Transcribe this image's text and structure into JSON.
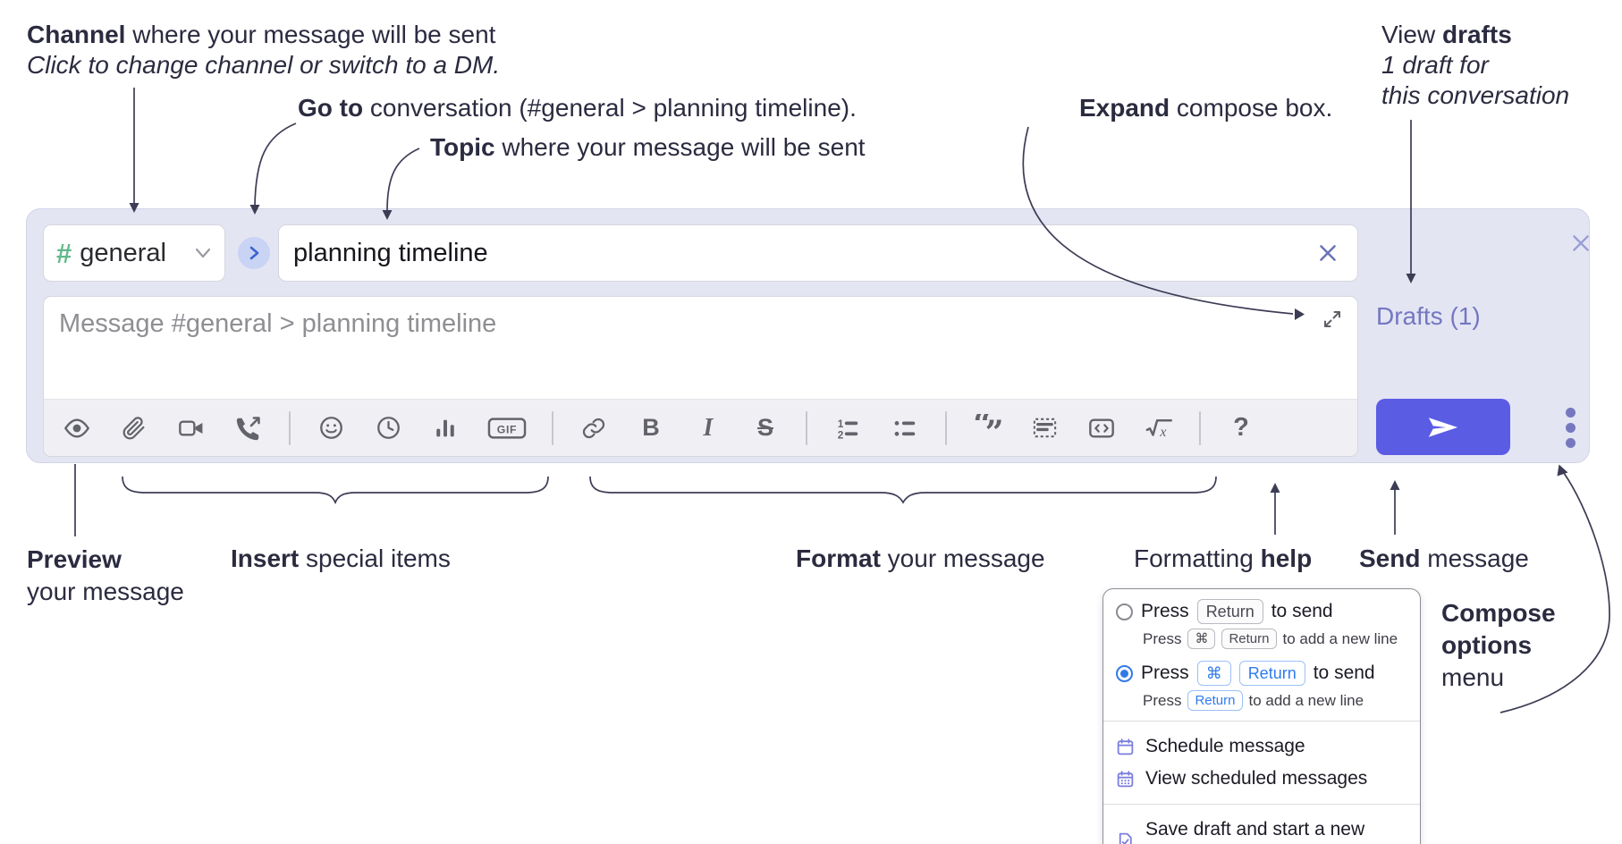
{
  "annotations": {
    "channel": {
      "bold": "Channel",
      "rest": " where your message will be sent",
      "sub": "Click to change channel or switch to a DM."
    },
    "goto": {
      "bold": "Go to",
      "rest": " conversation (#general > planning timeline)."
    },
    "topic": {
      "bold": "Topic",
      "rest": " where your message will be sent"
    },
    "expand": {
      "bold": "Expand",
      "rest": " compose box."
    },
    "drafts": {
      "pre": "View ",
      "bold": "drafts",
      "line2": "1 draft for",
      "line3": "this conversation"
    },
    "preview": {
      "bold": "Preview",
      "line2": "your message"
    },
    "insert": {
      "bold": "Insert",
      "rest": " special items"
    },
    "format": {
      "bold": "Format",
      "rest": " your message"
    },
    "help": {
      "pre": "Formatting ",
      "bold": "help"
    },
    "send": {
      "bold": "Send",
      "rest": " message"
    },
    "compose_menu": {
      "line1": "Compose",
      "line2": "options",
      "line3": "menu"
    }
  },
  "compose": {
    "hash": "#",
    "channel_name": "general",
    "topic_value": "planning timeline",
    "message_placeholder": "Message #general > planning timeline",
    "drafts_link": "Drafts (1)"
  },
  "toolbar": {
    "icons": [
      "preview",
      "attach-file",
      "video-call",
      "audio-call",
      "emoji",
      "time",
      "poll",
      "gif",
      "link",
      "bold",
      "italic",
      "strikethrough",
      "numbered-list",
      "bulleted-list",
      "quote",
      "spoiler",
      "code",
      "math",
      "help"
    ],
    "gif_label": "GIF",
    "bold_glyph": "B",
    "italic_glyph": "I",
    "strike_glyph": "S",
    "math_x": "x",
    "quote_open": "“",
    "quote_close": "”",
    "help_glyph": "?"
  },
  "menu": {
    "option1": {
      "pre": "Press",
      "key1": "Return",
      "post": "to send",
      "sub_pre": "Press",
      "sub_key1": "⌘",
      "sub_key2": "Return",
      "sub_post": "to add a new line"
    },
    "option2": {
      "pre": "Press",
      "key1": "⌘",
      "key2": "Return",
      "post": "to send",
      "sub_pre": "Press",
      "sub_key1": "Return",
      "sub_post": "to add a new line"
    },
    "items": [
      "Schedule message",
      "View scheduled messages",
      "Save draft and start a new message"
    ]
  },
  "colors": {
    "compose_bg": "#e4e5f3",
    "accent_send": "#5b5ce4",
    "hash_green": "#63b98a",
    "drafts_link": "#7477c1",
    "kbd_blue": "#2f7bf0",
    "radio_selected": "#3279e8"
  }
}
